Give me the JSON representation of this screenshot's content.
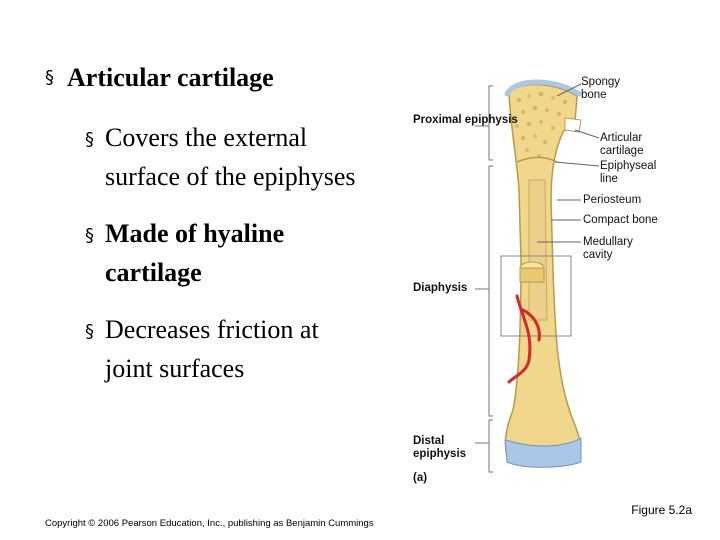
{
  "bullets": {
    "main": "Articular cartilage",
    "sub": [
      "Covers the external surface of the epiphyses",
      "Made of hyaline cartilage",
      "Decreases friction at joint surfaces"
    ]
  },
  "figure": {
    "left_labels": {
      "proximal": "Proximal epiphysis",
      "diaphysis": "Diaphysis",
      "distal": "Distal epiphysis",
      "panel": "(a)"
    },
    "right_labels": {
      "spongy": "Spongy bone",
      "articular": "Articular cartilage",
      "epiphyseal": "Epiphyseal line",
      "periosteum": "Periosteum",
      "compact": "Compact bone",
      "medullary": "Medullary cavity"
    }
  },
  "footer": {
    "copyright": "Copyright © 2006 Pearson Education, Inc., publishing as Benjamin Cummings",
    "figure_ref": "Figure 5.2a"
  },
  "colors": {
    "bone": "#f0d78c",
    "cartilage": "#a9c7e8",
    "vessel": "#d8262a"
  }
}
